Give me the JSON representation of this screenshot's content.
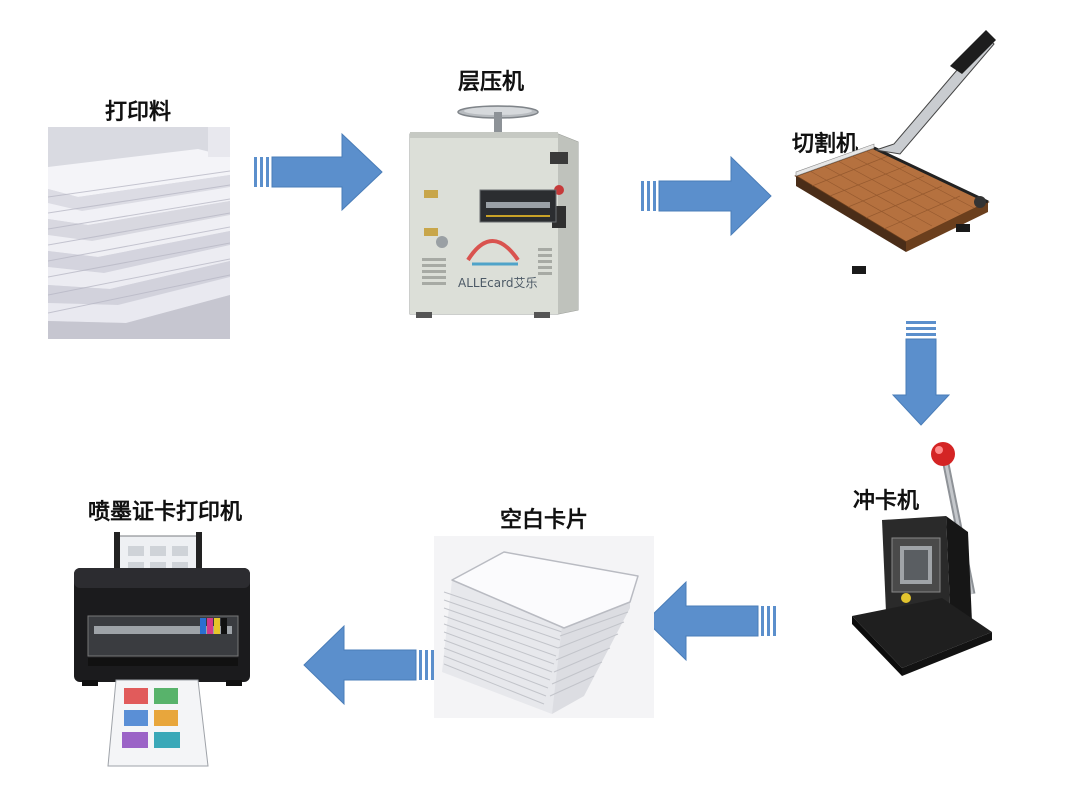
{
  "colors": {
    "arrow": "#5b8fcc",
    "arrow_edge": "#4a7db8",
    "background": "#ffffff",
    "label": "#111111"
  },
  "diagram": {
    "nodes": [
      {
        "id": "print-stock",
        "label": "打印料",
        "icon": "paper-stack-icon"
      },
      {
        "id": "laminator",
        "label": "层压机",
        "icon": "laminator-machine-icon",
        "brand": "ALLEcard艾乐"
      },
      {
        "id": "cutter",
        "label": "切割机",
        "icon": "guillotine-cutter-icon"
      },
      {
        "id": "card-punch",
        "label": "冲卡机",
        "icon": "card-punch-icon"
      },
      {
        "id": "blank-cards",
        "label": "空白卡片",
        "icon": "blank-card-stack-icon"
      },
      {
        "id": "inkjet-printer",
        "label": "喷墨证卡打印机",
        "icon": "inkjet-card-printer-icon"
      }
    ],
    "flow": [
      {
        "from": "print-stock",
        "to": "laminator",
        "direction": "right"
      },
      {
        "from": "laminator",
        "to": "cutter",
        "direction": "right"
      },
      {
        "from": "cutter",
        "to": "card-punch",
        "direction": "down"
      },
      {
        "from": "card-punch",
        "to": "blank-cards",
        "direction": "left"
      },
      {
        "from": "blank-cards",
        "to": "inkjet-printer",
        "direction": "left"
      }
    ]
  }
}
